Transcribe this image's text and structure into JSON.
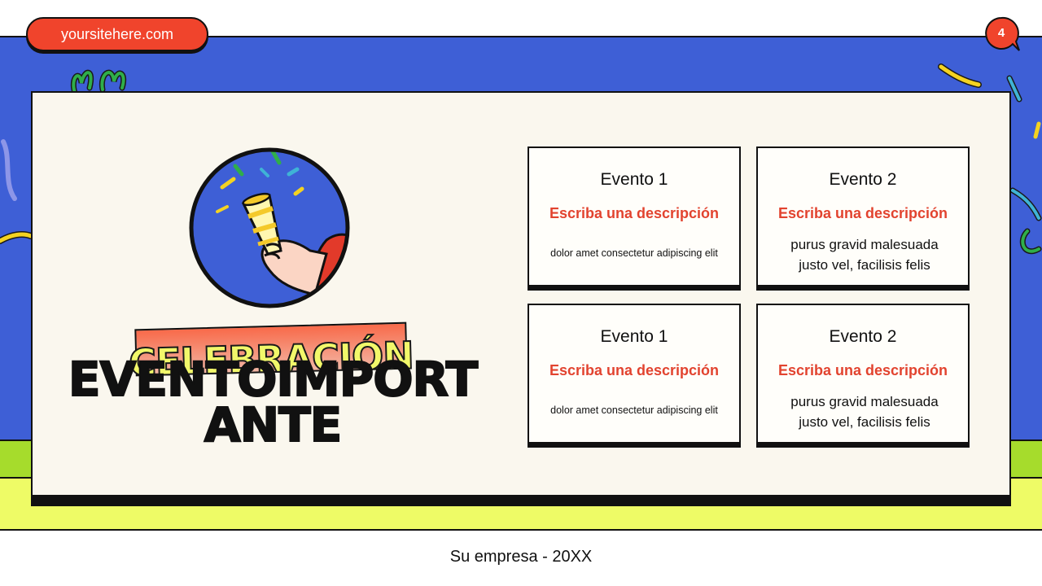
{
  "header": {
    "site_url": "yoursitehere.com",
    "page_number": "4"
  },
  "hero": {
    "ribbon_word": "CELEBRACIÓN",
    "title_line1": "EVENTOIMPORT",
    "title_line2": "ANTE"
  },
  "cards": [
    {
      "title": "Evento 1",
      "subtitle": "Escriba una descripción",
      "body": "dolor amet consectetur adipiscing elit"
    },
    {
      "title": "Evento 2",
      "subtitle": "Escriba una descripción",
      "body_line1": "purus gravid malesuada",
      "body_line2": "justo vel, facilisis felis"
    },
    {
      "title": "Evento 1",
      "subtitle": "Escriba una descripción",
      "body": "dolor amet consectetur adipiscing elit"
    },
    {
      "title": "Evento 2",
      "subtitle": "Escriba una descripción",
      "body_line1": "purus gravid malesuada",
      "body_line2": "justo vel, facilisis felis"
    }
  ],
  "footer": {
    "text": "Su empresa - 20XX"
  },
  "colors": {
    "blue": "#3e5fd6",
    "green": "#a6dc2c",
    "yellow": "#eefb66",
    "red": "#f0442c",
    "cream": "#faf7ee"
  }
}
